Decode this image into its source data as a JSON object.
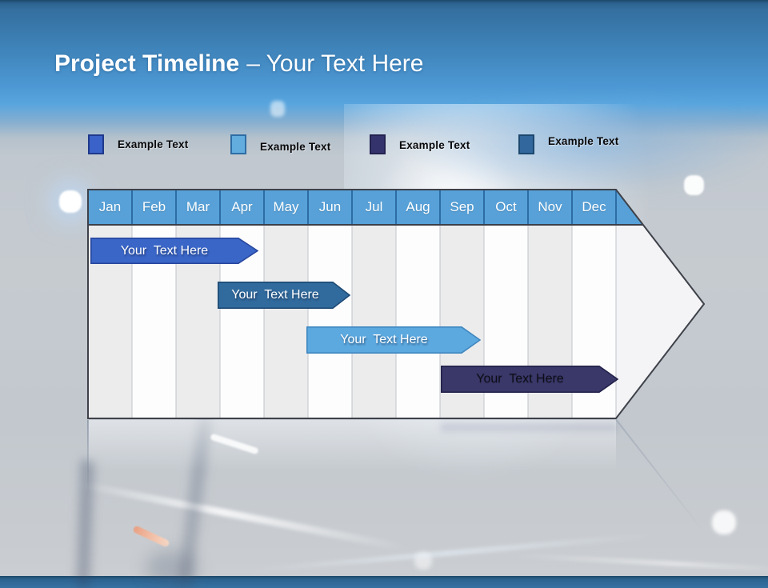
{
  "slide": {
    "title_bold": "Project Timeline",
    "title_light": "– Your Text Here"
  },
  "legend": {
    "items": [
      {
        "label": "Example Text",
        "color": "#3A62C8",
        "border": "#20398B"
      },
      {
        "label": "Example Text",
        "color": "#62ACDE",
        "border": "#2E6DA5"
      },
      {
        "label": "Example Text",
        "color": "#35336B",
        "border": "#232250"
      },
      {
        "label": "Example Text",
        "color": "#31679C",
        "border": "#1D486F"
      }
    ]
  },
  "timeline": {
    "months": [
      "Jan",
      "Feb",
      "Mar",
      "Apr",
      "May",
      "Jun",
      "Jul",
      "Aug",
      "Sep",
      "Oct",
      "Nov",
      "Dec"
    ],
    "header_color": "#57A1D8",
    "header_divider_color": "#2E6DA5",
    "bars": [
      {
        "label": "Your  Text Here",
        "span": "Jan – Apr",
        "color": "#3A66C8",
        "border": "#27479E",
        "text_color": "#FFFFFF"
      },
      {
        "label": "Your  Text Here",
        "span": "Mar – Jun",
        "color": "#316B9E",
        "border": "#1E4A73",
        "text_color": "#FFFFFF"
      },
      {
        "label": "Your  Text Here",
        "span": "Jun – Sep",
        "color": "#5CA9E0",
        "border": "#3F87BF",
        "text_color": "#FFFFFF"
      },
      {
        "label": "Your  Text Here",
        "span": "Sep – Dec",
        "color": "#3A3869",
        "border": "#23224A",
        "text_color": "#0E0E1A"
      }
    ]
  }
}
